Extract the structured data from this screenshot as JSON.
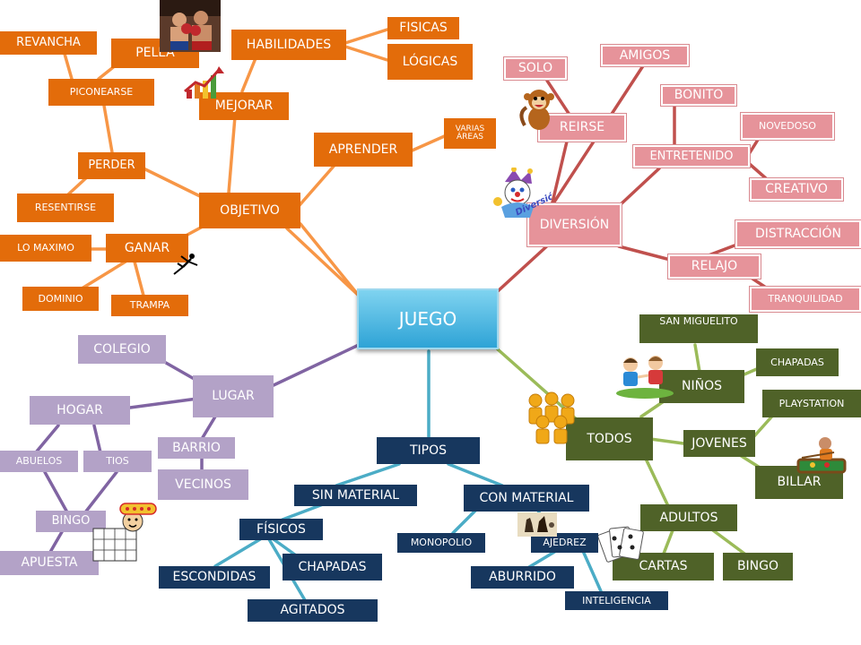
{
  "center": "JUEGO",
  "colors": {
    "orange": "#e36c0a",
    "pink": "#e6939a",
    "lavender": "#b3a2c7",
    "navy": "#17375e",
    "olive": "#4f6228",
    "center": "#31a8d9",
    "line_orange": "#f79646",
    "line_pink": "#c0504d",
    "line_purple": "#8064a2",
    "line_teal": "#4bacc6",
    "line_green": "#9bbb59"
  },
  "objetivo": {
    "objetivo": "OBJETIVO",
    "aprender": "APRENDER",
    "varias_areas": "VARIAS ÁREAS",
    "mejorar": "MEJORAR",
    "habilidades": "HABILIDADES",
    "fisicas": "FISICAS",
    "logicas": "LÓGICAS",
    "pelea": "PELEA",
    "revancha": "REVANCHA",
    "piconearse": "PICONEARSE",
    "perder": "PERDER",
    "resentirse": "RESENTIRSE",
    "ganar": "GANAR",
    "lo_maximo": "LO MAXIMO",
    "dominio": "DOMINIO",
    "trampa": "TRAMPA"
  },
  "diversion": {
    "diversion": "DIVERSIÓN",
    "amigos": "AMIGOS",
    "solo": "SOLO",
    "reirse": "REIRSE",
    "bonito": "BONITO",
    "novedoso": "NOVEDOSO",
    "entretenido": "ENTRETENIDO",
    "creativo": "CREATIVO",
    "distraccion": "DISTRACCIÓN",
    "relajo": "RELAJO",
    "tranquilidad": "TRANQUILIDAD",
    "sticker_text": "Diversión"
  },
  "lugar": {
    "lugar": "LUGAR",
    "colegio": "COLEGIO",
    "hogar": "HOGAR",
    "barrio": "BARRIO",
    "vecinos": "VECINOS",
    "abuelos": "ABUELOS",
    "tios": "TIOS",
    "bingo": "BINGO",
    "apuesta": "APUESTA"
  },
  "tipos": {
    "tipos": "TIPOS",
    "sin_material": "SIN MATERIAL",
    "con_material": "CON MATERIAL",
    "fisicos": "FÍSICOS",
    "escondidas": "ESCONDIDAS",
    "chapadas": "CHAPADAS",
    "agitados": "AGITADOS",
    "monopolio": "MONOPOLIO",
    "ajedrez": "AJEDREZ",
    "aburrido": "ABURRIDO",
    "inteligencia": "INTELIGENCIA"
  },
  "todos": {
    "todos": "TODOS",
    "ninos": "NIÑOS",
    "san_miguelito": "SAN MIGUELITO",
    "chapadas": "CHAPADAS",
    "jovenes": "JOVENES",
    "playstation": "PLAYSTATION",
    "billar": "BILLAR",
    "adultos": "ADULTOS",
    "cartas": "CARTAS",
    "bingo": "BINGO"
  }
}
